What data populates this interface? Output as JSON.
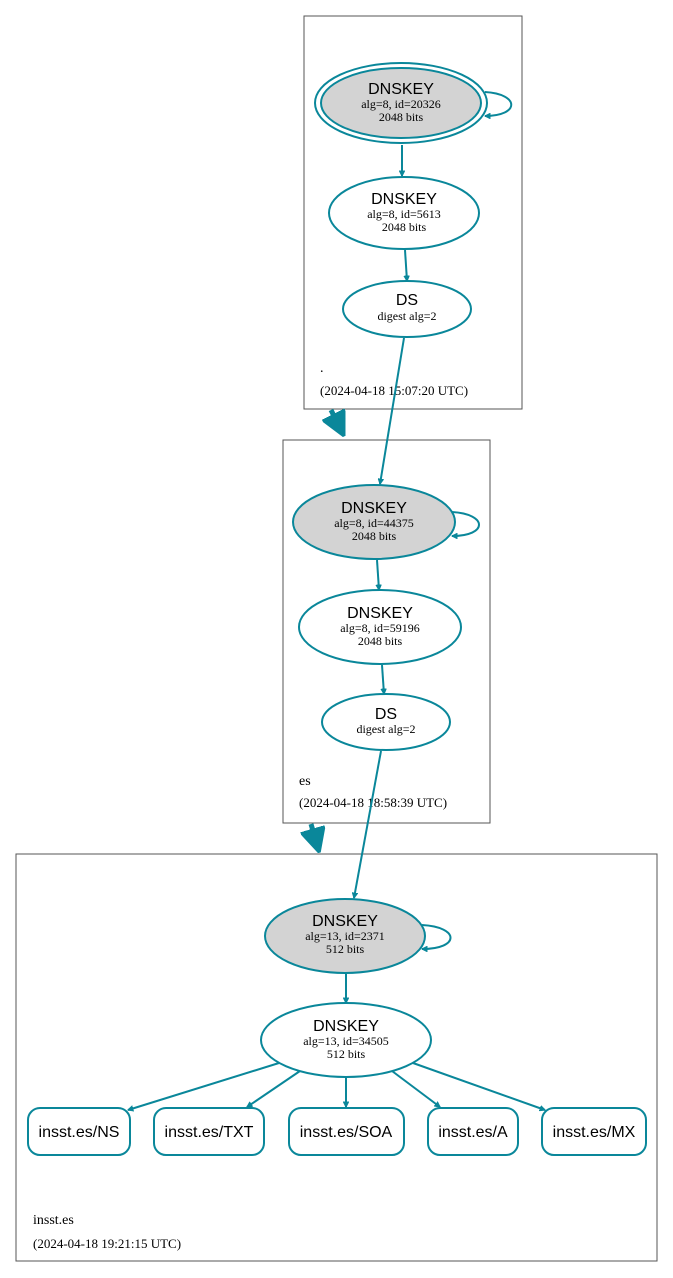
{
  "colors": {
    "edge": "#0a879a",
    "sep_fill": "#d3d3d3",
    "node_fill": "#ffffff",
    "box_stroke": "#555555"
  },
  "zones": {
    "root": {
      "name": ".",
      "timestamp": "(2024-04-18 15:07:20 UTC)",
      "ksk": {
        "title": "DNSKEY",
        "line1": "alg=8, id=20326",
        "line2": "2048 bits",
        "trust_anchor": true,
        "sep": true
      },
      "zsk": {
        "title": "DNSKEY",
        "line1": "alg=8, id=5613",
        "line2": "2048 bits"
      },
      "ds": {
        "title": "DS",
        "line1": "digest alg=2"
      }
    },
    "es": {
      "name": "es",
      "timestamp": "(2024-04-18 18:58:39 UTC)",
      "ksk": {
        "title": "DNSKEY",
        "line1": "alg=8, id=44375",
        "line2": "2048 bits",
        "sep": true
      },
      "zsk": {
        "title": "DNSKEY",
        "line1": "alg=8, id=59196",
        "line2": "2048 bits"
      },
      "ds": {
        "title": "DS",
        "line1": "digest alg=2"
      }
    },
    "insst": {
      "name": "insst.es",
      "timestamp": "(2024-04-18 19:21:15 UTC)",
      "ksk": {
        "title": "DNSKEY",
        "line1": "alg=13, id=2371",
        "line2": "512 bits",
        "sep": true
      },
      "zsk": {
        "title": "DNSKEY",
        "line1": "alg=13, id=34505",
        "line2": "512 bits"
      },
      "rrsets": [
        "insst.es/NS",
        "insst.es/TXT",
        "insst.es/SOA",
        "insst.es/A",
        "insst.es/MX"
      ]
    }
  }
}
